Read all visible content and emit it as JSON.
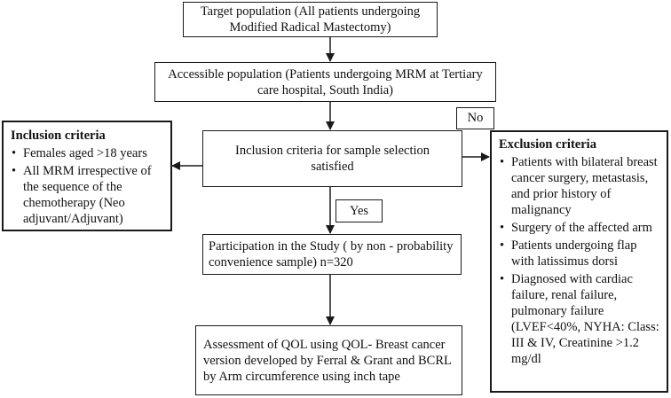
{
  "flowchart": {
    "target": "Target population (All patients undergoing Modified Radical Mastectomy)",
    "accessible": "Accessible population (Patients undergoing MRM at Tertiary care hospital, South India)",
    "criteria_question": "Inclusion criteria for sample selection satisfied",
    "participation": "Participation in the Study ( by non - probability convenience sample) n=320",
    "assessment": "Assessment of QOL using QOL- Breast cancer version developed by Ferral & Grant  and BCRL by Arm circumference using inch tape",
    "yes_label": "Yes",
    "no_label": "No",
    "inclusion": {
      "title": "Inclusion criteria",
      "items": [
        "Females aged >18 years",
        "All MRM irrespective of the sequence of the chemotherapy (Neo adjuvant/Adjuvant)"
      ]
    },
    "exclusion": {
      "title": "Exclusion criteria",
      "items": [
        "Patients with bilateral breast cancer surgery, metastasis, and  prior history of malignancy",
        "Surgery of the affected arm",
        "Patients undergoing flap with latissimus dorsi",
        "Diagnosed with cardiac failure, renal failure, pulmonary failure (LVEF<40%, NYHA: Class: III & IV,  Creatinine >1.2 mg/dl"
      ]
    }
  }
}
